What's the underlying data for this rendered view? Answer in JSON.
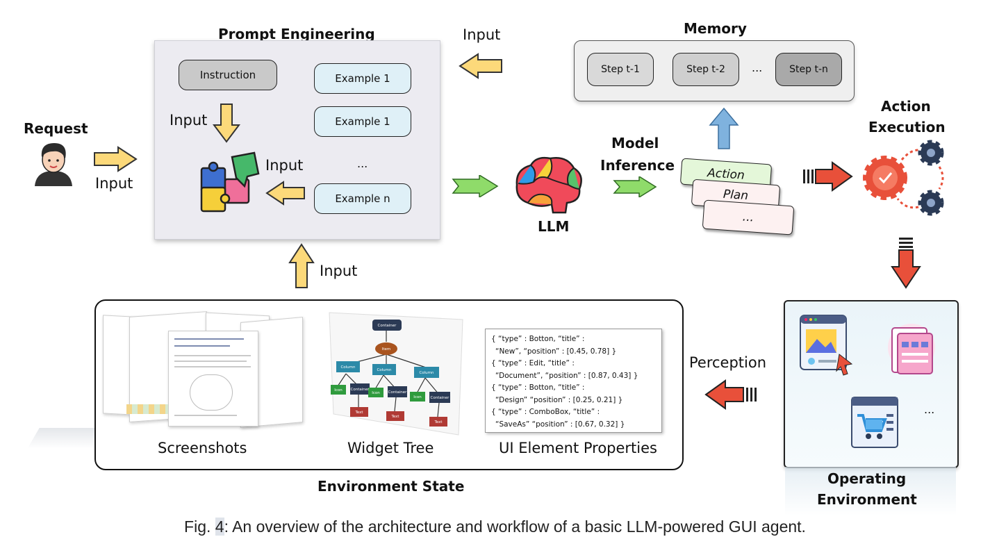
{
  "prompt_engineering": {
    "title": "Prompt Engineering",
    "instruction": "Instruction",
    "examples": [
      "Example 1",
      "Example 1",
      "...",
      "Example n"
    ],
    "input_label_left": "Input",
    "input_label_puzzle": "Input"
  },
  "request": {
    "title": "Request",
    "input_label": "Input"
  },
  "top_input_label": "Input",
  "bottom_input_label": "Input",
  "memory": {
    "title": "Memory",
    "steps": [
      "Step t-1",
      "Step t-2",
      "...",
      "Step t-n"
    ]
  },
  "llm": {
    "label": "LLM"
  },
  "model_inference": {
    "line1": "Model",
    "line2": "Inference"
  },
  "outputs": [
    "Action",
    "Plan",
    "..."
  ],
  "action_execution": {
    "line1": "Action",
    "line2": "Execution"
  },
  "perception_label": "Perception",
  "environment_state": {
    "title": "Environment State",
    "screenshots_label": "Screenshots",
    "widget_tree_label": "Widget Tree",
    "ui_props_label": "UI Element Properties",
    "tree_nodes": {
      "root": "Container",
      "level1": "Item",
      "columns": [
        "Column",
        "Column",
        "Column"
      ],
      "leaves": [
        "Icon",
        "Container",
        "Icon",
        "Container",
        "Icon",
        "Container"
      ],
      "texts": [
        "Text",
        "Text",
        "Text"
      ]
    },
    "json_lines": [
      "{ “type” : Botton, “title” :",
      "“New”, “position” : [0.45, 0.78] }",
      "{ “type” : Edit, “title” :",
      "“Document”, “position” : [0.87, 0.43] }",
      "{ “type” : Botton, “title” :",
      "“Design” “position” : [0.25, 0.21] }",
      "{ “type” : ComboBox, “title” :",
      "“SaveAs” “position” : [0.67, 0.32] }"
    ]
  },
  "operating_environment": {
    "line1": "Operating",
    "line2": "Environment",
    "ellipsis": "..."
  },
  "caption": {
    "prefix": "Fig. ",
    "number": "4",
    "text": ": An overview of the architecture and workflow of a basic LLM-powered GUI agent."
  },
  "colors": {
    "yellow_arrow": "#fcd97a",
    "green_arrow": "#8fdb6a",
    "red_arrow": "#e8503a",
    "blue_arrow": "#7fb2de",
    "example_fill": "#dff0f7",
    "instruction_fill": "#c9c9c9"
  }
}
